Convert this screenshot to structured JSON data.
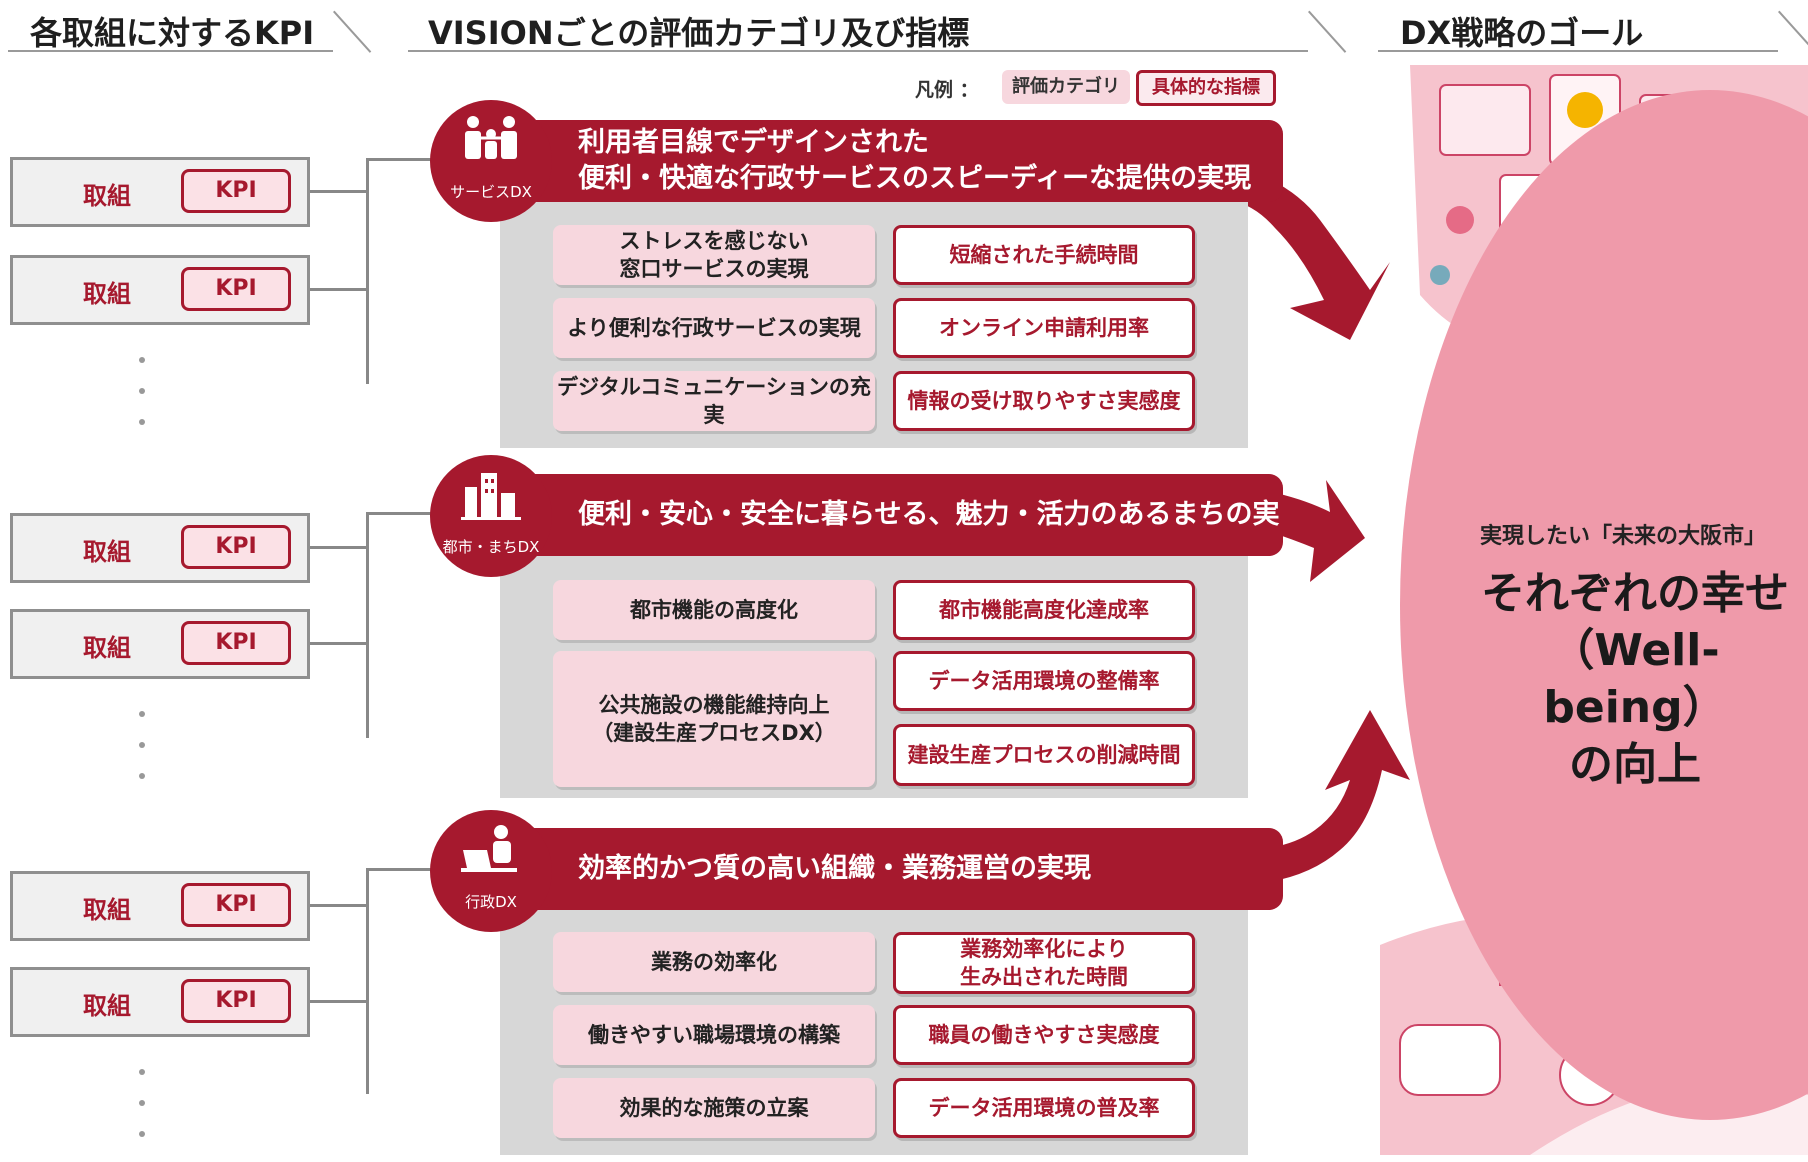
{
  "headers": {
    "left": "各取組に対するKPI",
    "middle": "VISIONごとの評価カテゴリ及び指標",
    "right": "DX戦略のゴール"
  },
  "legend": {
    "label": "凡例 ：",
    "category": "評価カテゴリ",
    "indicator": "具体的な指標"
  },
  "kpi": {
    "torikumi": "取組",
    "kpi": "KPI"
  },
  "visions": [
    {
      "badge": "サービスDX",
      "title_line1": "利用者目線でデザインされた",
      "title_line2": "便利・快適な行政サービスのスピーディーな提供の実現",
      "rows": [
        {
          "category": "ストレスを感じない\n窓口サービスの実現",
          "indicator": "短縮された手続時間"
        },
        {
          "category": "より便利な行政サービスの実現",
          "indicator": "オンライン申請利用率"
        },
        {
          "category": "デジタルコミュニケーションの充実",
          "indicator": "情報の受け取りやすさ実感度"
        }
      ]
    },
    {
      "badge": "都市・まちDX",
      "title_line1": "便利・安心・安全に暮らせる、魅力・活力のあるまちの実現",
      "rows": [
        {
          "category": "都市機能の高度化",
          "indicator": "都市機能高度化達成率"
        },
        {
          "category": "公共施設の機能維持向上\n（建設生産プロセスDX）",
          "indicator": "データ活用環境の整備率"
        },
        {
          "indicator": "建設生産プロセスの削減時間"
        }
      ]
    },
    {
      "badge": "行政DX",
      "title_line1": "効率的かつ質の高い組織・業務運営の実現",
      "rows": [
        {
          "category": "業務の効率化",
          "indicator": "業務効率化により\n生み出された時間"
        },
        {
          "category": "働きやすい職場環境の構築",
          "indicator": "職員の働きやすさ実感度"
        },
        {
          "category": "効果的な施策の立案",
          "indicator": "データ活用環境の普及率"
        }
      ]
    }
  ],
  "goal": {
    "pre": "実現したい「未来の大阪市」",
    "line1": "それぞれの幸せ",
    "line2": "（Well-being）",
    "line3": "の向上"
  },
  "colors": {
    "accent": "#a6192e",
    "pink": "#f7d7de",
    "goal_pink": "#ef9aaa",
    "panel_gray": "#d7d7d7"
  }
}
